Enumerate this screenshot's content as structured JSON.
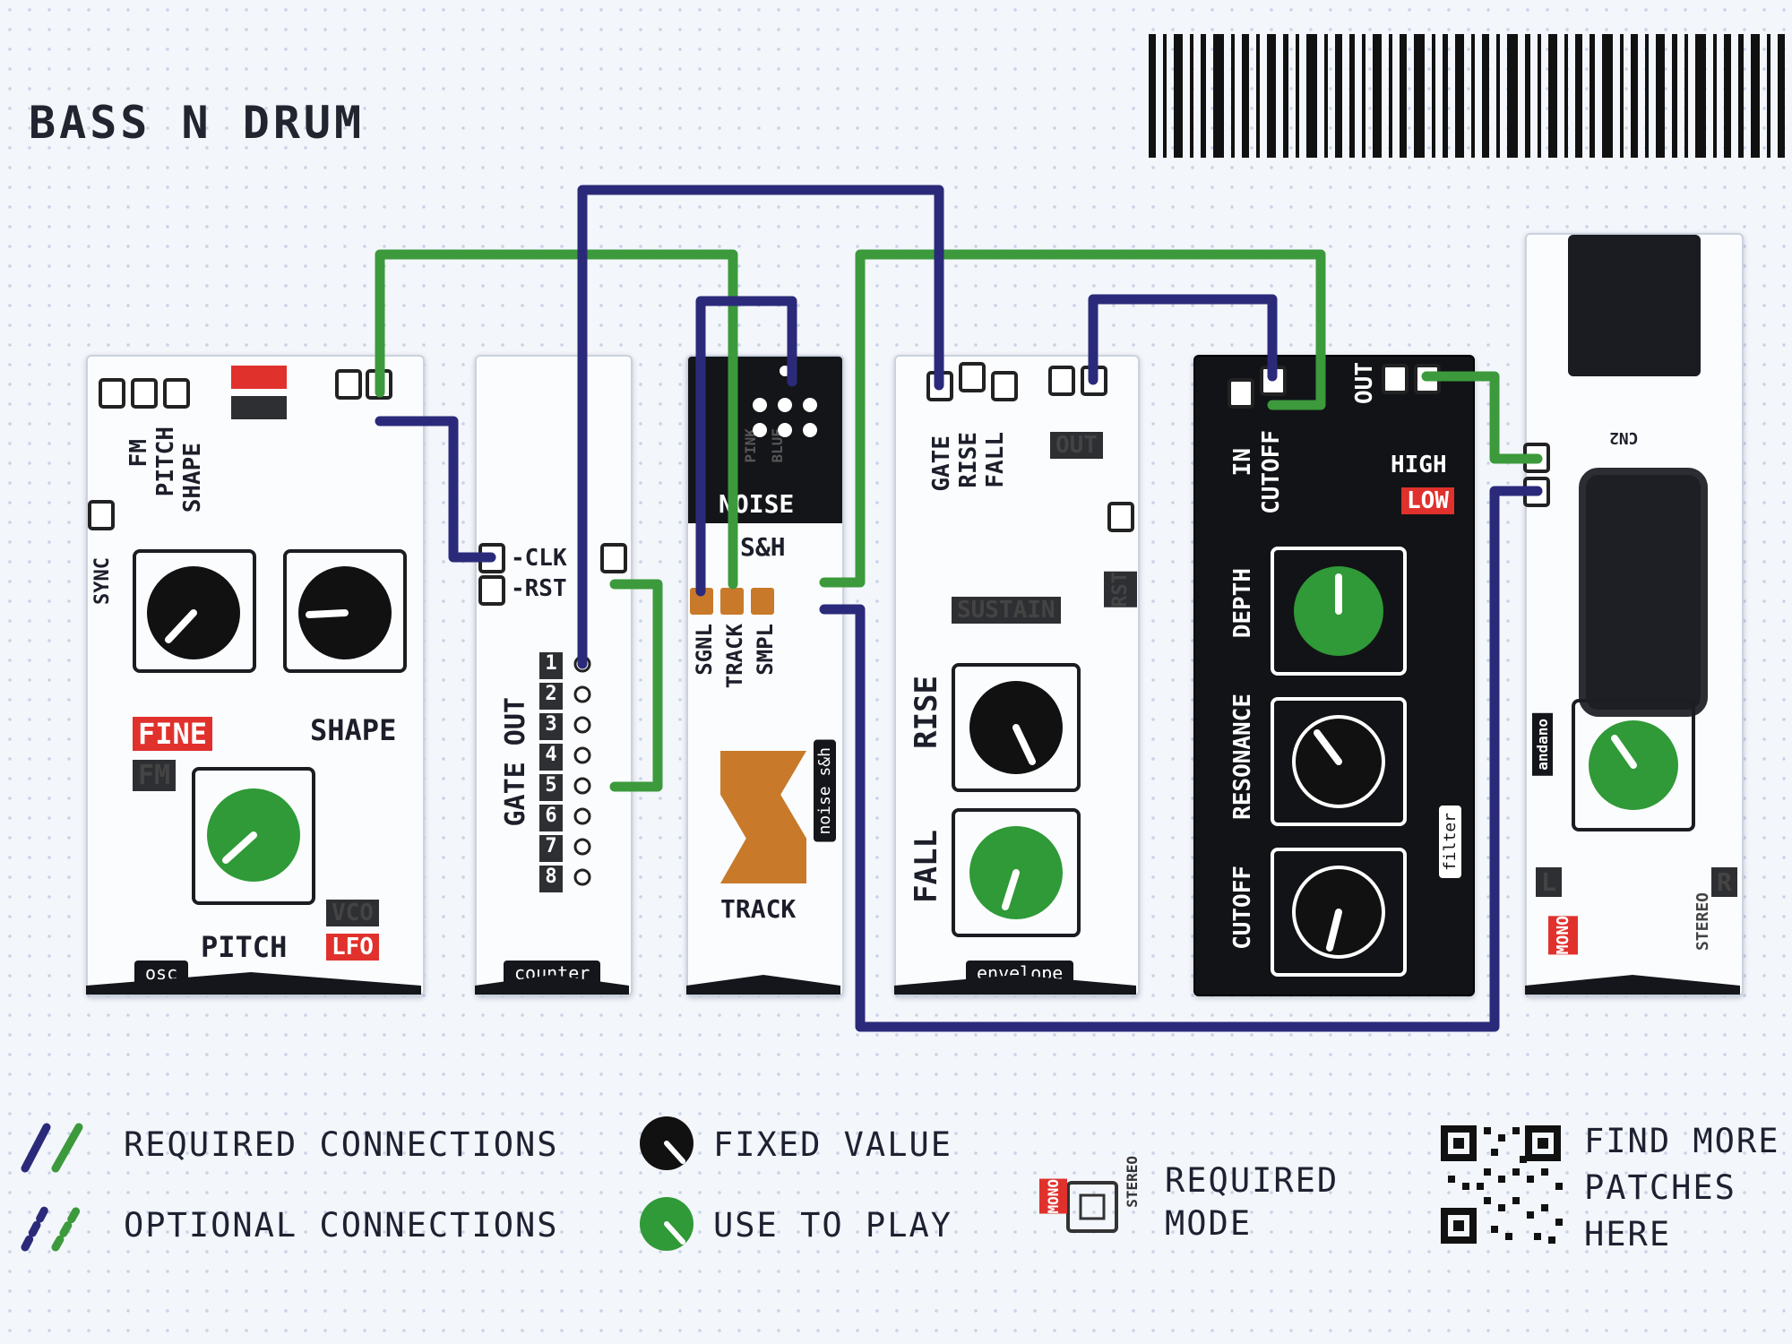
{
  "title": "BASS N DRUM",
  "colors": {
    "required_blue": "#2b2a7a",
    "required_green": "#3c9a3c",
    "knob_fixed": "#111111",
    "knob_play": "#2f9a37",
    "accent_red": "#e0312d"
  },
  "modules": {
    "osc": {
      "name": "osc",
      "labels": [
        "FM",
        "PITCH",
        "SHAPE",
        "SYNC",
        "FINE",
        "SHAPE",
        "FM",
        "PITCH",
        "VCO",
        "LFO"
      ]
    },
    "counter": {
      "name": "counter",
      "labels": [
        "-CLK",
        "-RST",
        "GATE OUT"
      ],
      "gate_numbers": [
        "1",
        "2",
        "3",
        "4",
        "5",
        "6",
        "7",
        "8"
      ]
    },
    "noise_sh": {
      "name": "noise s&h",
      "labels": [
        "NOISE",
        "S&H",
        "SGNL",
        "TRACK",
        "SMPL",
        "TRACK",
        "PINK",
        "BLUE"
      ]
    },
    "envelope": {
      "name": "envelope",
      "labels": [
        "GATE",
        "RISE",
        "FALL",
        "OUT",
        "SUSTAIN",
        "RST",
        "RISE",
        "FALL"
      ]
    },
    "filter": {
      "name": "filter",
      "labels": [
        "IN",
        "CUTOFF",
        "OUT",
        "HIGH",
        "LOW",
        "DEPTH",
        "RESONANCE",
        "CUTOFF"
      ]
    },
    "output": {
      "name": "andano",
      "labels": [
        "CN2",
        "L",
        "R",
        "MONO",
        "STEREO"
      ]
    }
  },
  "legend": {
    "required_connections": "REQUIRED CONNECTIONS",
    "optional_connections": "OPTIONAL CONNECTIONS",
    "fixed_value": "FIXED VALUE",
    "use_to_play": "USE TO PLAY",
    "mode_mono": "MONO",
    "mode_stereo": "STEREO",
    "required_mode_1": "REQUIRED",
    "required_mode_2": "MODE",
    "find_more_1": "FIND MORE",
    "find_more_2": "PATCHES",
    "find_more_3": "HERE"
  }
}
